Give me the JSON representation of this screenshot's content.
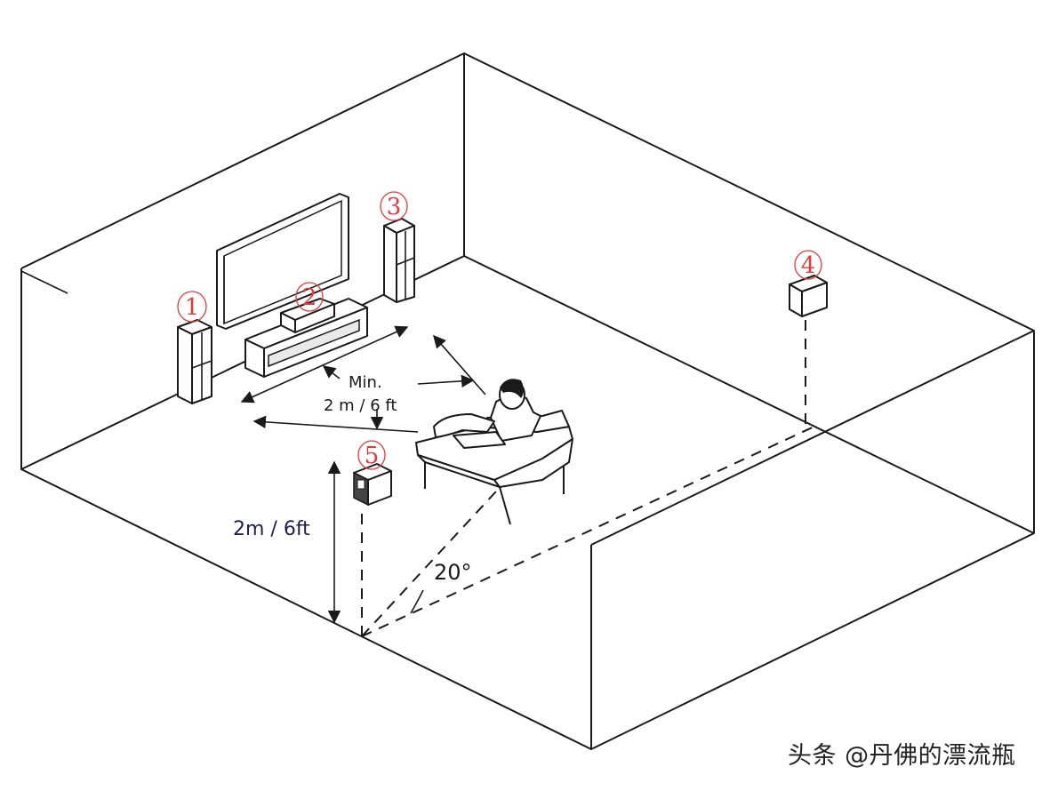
{
  "labels": {
    "min_distance_line1": "Min.",
    "min_distance_line2": "2 m / 6 ft",
    "height": "2m / 6ft",
    "angle": "20°"
  },
  "speakers": [
    {
      "id": "front-left",
      "number": "1"
    },
    {
      "id": "front-right",
      "number": "3"
    },
    {
      "id": "surround-right",
      "number": "4"
    },
    {
      "id": "surround-left",
      "number": "5"
    },
    {
      "id": "center",
      "number": "2"
    }
  ],
  "watermark": "头条 @丹佛的漂流瓶",
  "colors": {
    "speaker_label": "#e03a3a",
    "line": "#1a1a1a",
    "height_label": "#1c2150"
  }
}
